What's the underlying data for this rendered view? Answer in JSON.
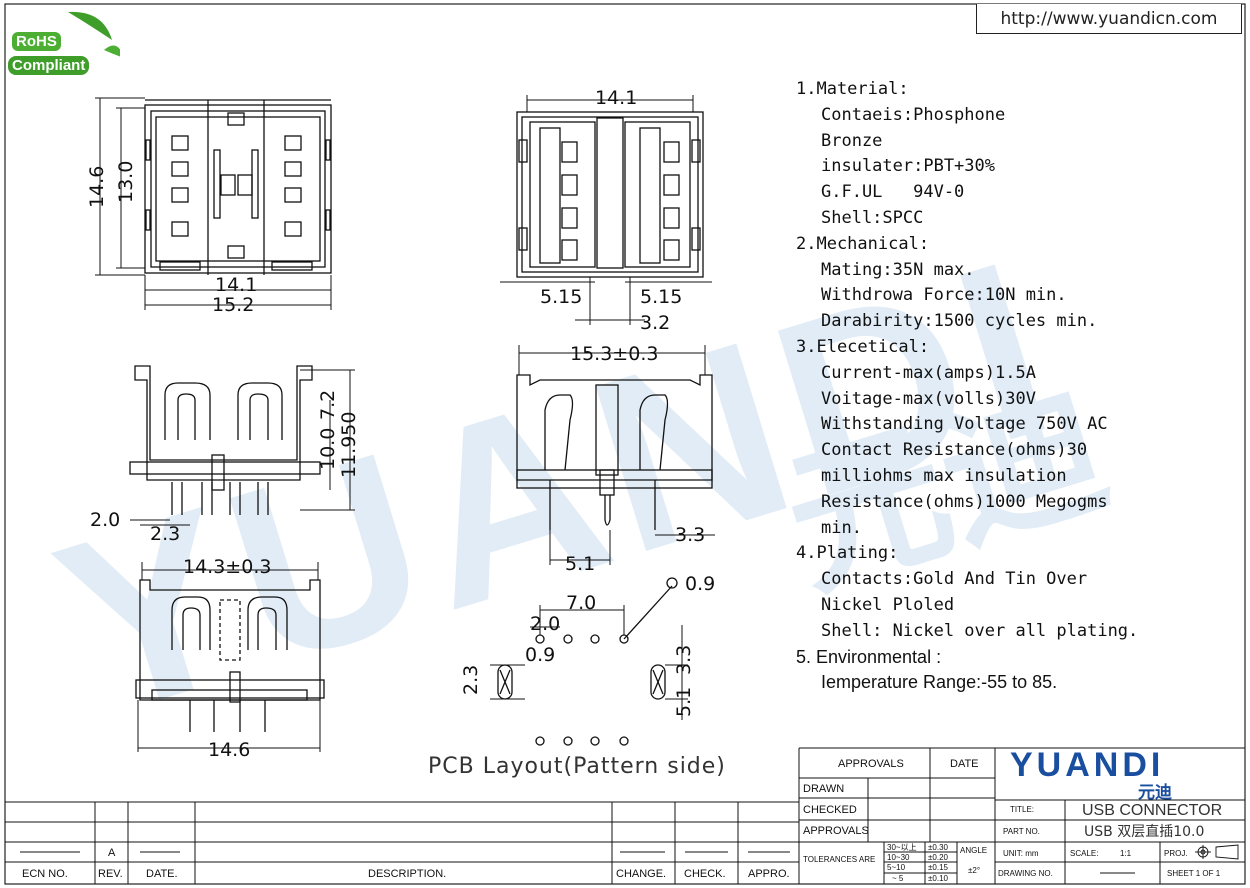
{
  "header": {
    "url": "http://www.yuandicn.com",
    "rohs_line1": "RoHS",
    "rohs_line2": "Compliant"
  },
  "watermark": {
    "text_latin": "YUANDI",
    "text_cn": "元迪"
  },
  "dimensions": {
    "top_view": {
      "width_inner": "14.1",
      "width_outer": "15.2",
      "height_outer": "14.6",
      "height_inner": "13.0"
    },
    "front_view": {
      "width": "14.1",
      "left_port": "5.15",
      "right_port": "5.15",
      "center": "3.2"
    },
    "side_view": {
      "width": "15.3±0.3",
      "pin_spacing": "5.1",
      "pin_offset": "3.3"
    },
    "left_side_view": {
      "height_a": "10.0",
      "height_b": "11.950",
      "height_c": "7.2",
      "pin_len": "2.0",
      "pin_pitch": "2.3"
    },
    "bottom_view": {
      "width_top": "14.3±0.3",
      "width_bottom": "14.6"
    },
    "pcb": {
      "hole_pitch_total": "7.0",
      "hole_pitch": "2.0",
      "hole_dia": "0.9",
      "big_hole": "0.9",
      "slot_h": "2.3",
      "row_gap": "3.3",
      "row_offset": "5.1"
    }
  },
  "pcb_caption": "PCB Layout(Pattern side)",
  "spec": {
    "material_head": "1.Material:",
    "contacts": "Contaeis:Phosphone",
    "contacts_2": "Bronze",
    "insulator": "insulater:PBT+30%",
    "gf_ul": "G.F.UL   94V-0",
    "shell": "Shell:SPCC",
    "mechanical_head": "2.Mechanical:",
    "mating": "Mating:35N max.",
    "withdraw": "Withdrowa Force:10N min.",
    "durability": "Darabirity:1500 cycles min.",
    "electrical_head": "3.Elecetical:",
    "current": "Current-max(amps)1.5A",
    "voltage": "Voitage-max(volls)30V",
    "withstanding": "Withstanding Voltage 750V AC",
    "contact_res": "Contact Resistance(ohms)30",
    "contact_res_2": "milliohms max insulation",
    "resistance": "Resistance(ohms)1000 Megogms",
    "resistance_2": "min.",
    "plating_head": "4.Plating:",
    "plating_contacts": "Contacts:Gold And Tin Over",
    "plating_contacts_2": "Nickel Ploled",
    "plating_shell": "Shell: Nickel over all plating.",
    "env_head": "5. Environmental :",
    "temperature": "Iemperature Range:-55  to 85."
  },
  "title_block": {
    "approvals": "APPROVALS",
    "date": "DATE",
    "drawn": "DRAWN",
    "checked": "CHECKED",
    "approvals_2": "APPROVALS",
    "tolerances": "TOLERANCES  ARE",
    "tol_r1": "30~以上",
    "tol_v1": "±0.30",
    "tol_r2": "10~30",
    "tol_v2": "±0.20",
    "tol_r3": "5~10",
    "tol_v3": "±0.15",
    "tol_r4": "~ 5",
    "tol_v4": "±0.10",
    "angle": "ANGLE",
    "angle_val": "±2°",
    "title_label": "TITLE:",
    "title_value": "USB CONNECTOR",
    "part_label": "PART  NO.",
    "part_value": "USB 双层直插10.0",
    "unit": "UNIT:  mm",
    "scale_label": "SCALE:",
    "scale_value": "1:1",
    "proj": "PROJ.",
    "drawing_no": "DRAWING  NO.",
    "sheet": "SHEET    1  OF  1",
    "brand": "YUANDI",
    "brand_cn": "元迪"
  },
  "revision_block": {
    "ecn_no": "ECN  NO.",
    "rev": "REV.",
    "date": "DATE.",
    "description": "DESCRIPTION.",
    "change": "CHANGE.",
    "check": "CHECK.",
    "appro": "APPRO.",
    "rev_value": "A"
  },
  "colors": {
    "line": "#111111",
    "watermark": "#dbe9f4",
    "brand": "#1a4fa0",
    "rohs_green": "#4caf34"
  }
}
